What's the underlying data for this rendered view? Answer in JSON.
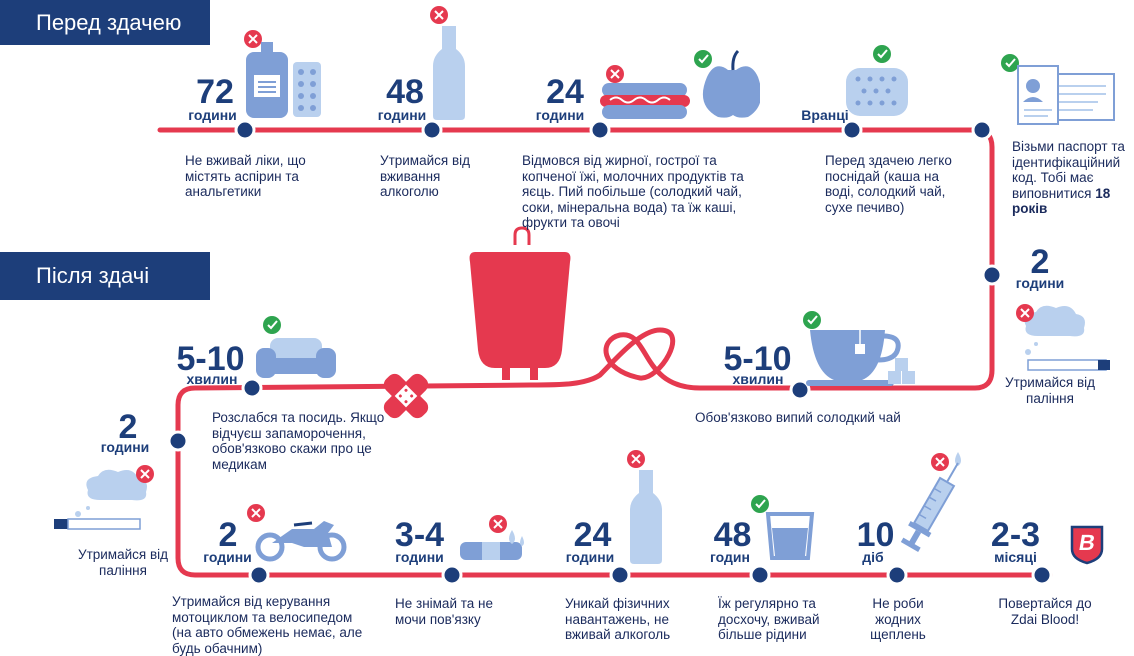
{
  "banners": {
    "before": "Перед здачею",
    "after": "Після здачі"
  },
  "before": {
    "step1": {
      "num": "72",
      "unit": "години",
      "text": "Не вживай ліки, що містять аспірин та анальгетики"
    },
    "step2": {
      "num": "48",
      "unit": "години",
      "text": "Утримайся від вживання алкоголю"
    },
    "step3": {
      "num": "24",
      "unit": "години",
      "text": "Відмовся від жирної, гострої та копченої їжі, молочних продуктів та яєць. Пий побільше (солодкий чай, соки, мінеральна вода) та їж каші, фрукти та овочі"
    },
    "step4": {
      "unit": "Вранці",
      "text": "Перед здачею легко поснідай (каша на воді, солодкий чай, сухе печиво)"
    },
    "step5": {
      "text": "Візьми паспорт та ідентифікаційний код. Тобі має виповнитися",
      "text_bold": "18 років"
    }
  },
  "after": {
    "tea": {
      "num": "5-10",
      "unit": "хвилин",
      "text": "Обов'язково випий солодкий чай"
    },
    "smoke_right": {
      "num": "2",
      "unit": "години",
      "text": "Утримайся від паління"
    },
    "sofa": {
      "num": "5-10",
      "unit": "хвилин",
      "text": "Розслабся та посидь. Якщо відчуєш запаморочення, обов'язково скажи про це медикам"
    },
    "smoke_left": {
      "num": "2",
      "unit": "години",
      "text": "Утримайся від паління"
    },
    "moto": {
      "num": "2",
      "unit": "години",
      "text": "Утримайся від керування мотоциклом та велосипедом (на авто обмежень немає, але будь обачним)"
    },
    "bandage": {
      "num": "3-4",
      "unit": "години",
      "text": "Не знімай та не мочи пов'язку"
    },
    "alcohol": {
      "num": "24",
      "unit": "години",
      "text": "Уникай фізичних навантажень, не вживай алкоголь"
    },
    "water": {
      "num": "48",
      "unit": "годин",
      "text": "Їж регулярно та досхочу, вживай більше рідини"
    },
    "vaccine": {
      "num": "10",
      "unit": "діб",
      "text": "Не роби жодних щеплень"
    },
    "months": {
      "num": "2-3",
      "unit": "місяці",
      "text": "Повертайся до Zdai Blood!"
    }
  },
  "logo_letter": "B",
  "colors": {
    "navy": "#1d3e7a",
    "red": "#e5394f",
    "blue": "#7f9fd6",
    "light": "#b9d0ee",
    "green": "#2ea44f"
  }
}
